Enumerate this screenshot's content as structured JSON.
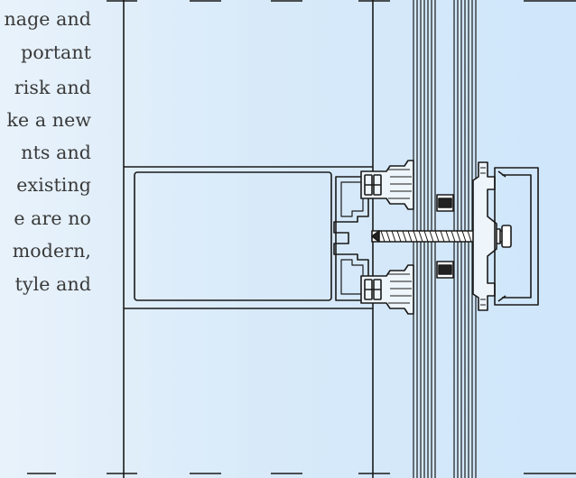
{
  "text_excerpt": {
    "lines": [
      "nage and",
      "portant",
      "risk and",
      "ke a new",
      "nts  and",
      "existing",
      "e are no",
      "modern,",
      "tyle and"
    ]
  },
  "colors": {
    "background_left": "#e8f2fb",
    "background_right": "#cfe6fb",
    "line_color": "#1a1a1a",
    "text_color": "#3a3a3a"
  }
}
